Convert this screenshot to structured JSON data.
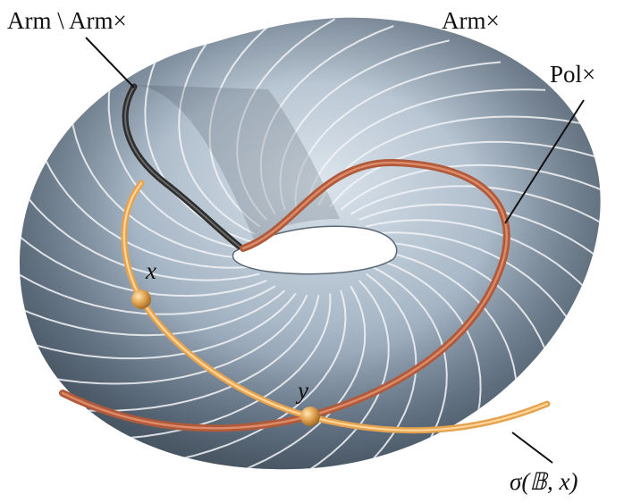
{
  "labels": {
    "arm_minus": "Arm \\ Arm×",
    "arm_x": "Arm×",
    "pol_x": "Pol×",
    "x": "x",
    "y": "y",
    "sigma": "σ(𝔹, x)"
  },
  "colors": {
    "torus_light": "#c9d6e2",
    "torus_mid": "#8d9eb0",
    "torus_dark": "#4f5f70",
    "stripe": "#f2f5f8",
    "orange_curve": "#eeb566",
    "red_curve": "#c06645",
    "black_curve": "#3a3a3a",
    "point": "#e0a44e"
  }
}
